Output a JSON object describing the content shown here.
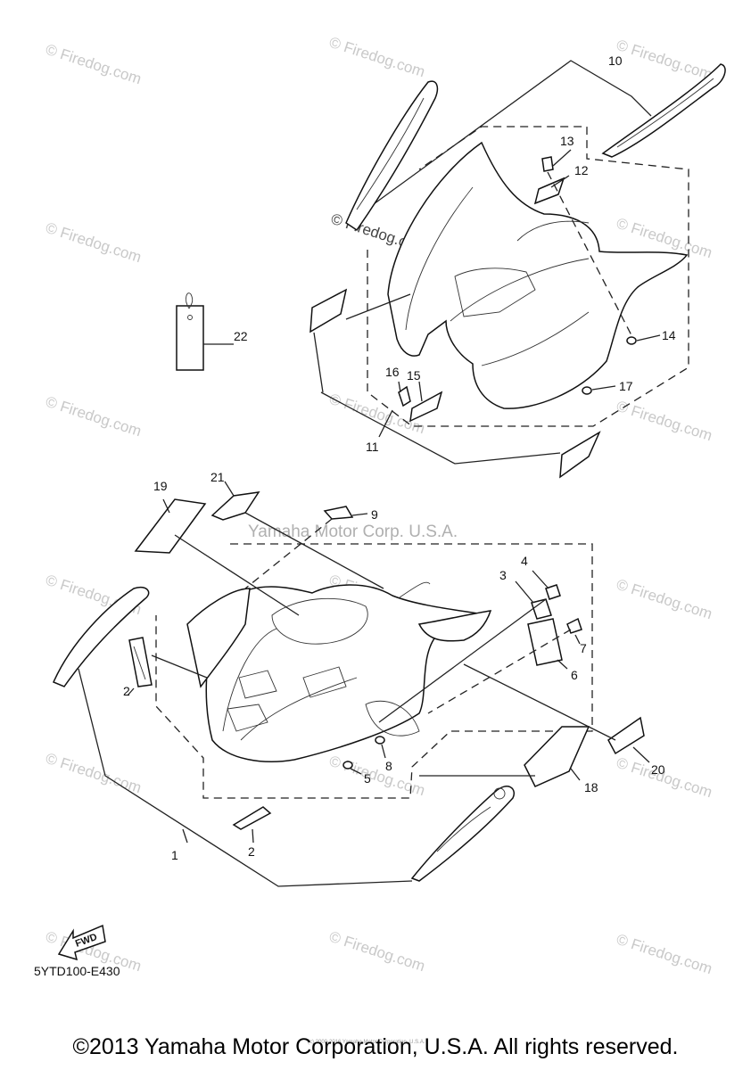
{
  "watermarks": {
    "firedog": "© Firedog.com",
    "yamaha": "Yamaha Motor Corp. U.S.A.",
    "small_footer": "(c) 2000-2016 Yamaha Motor Corporation, U.S.A."
  },
  "diagram_code": "5YTD100-E430",
  "fwd_label": "FWD",
  "callouts": {
    "c1": "1",
    "c2a": "2",
    "c2b": "2",
    "c3": "3",
    "c4": "4",
    "c5": "5",
    "c6": "6",
    "c7": "7",
    "c8": "8",
    "c9": "9",
    "c10": "10",
    "c11": "11",
    "c12": "12",
    "c13": "13",
    "c14": "14",
    "c15": "15",
    "c16": "16",
    "c17": "17",
    "c18": "18",
    "c19": "19",
    "c20": "20",
    "c21": "21",
    "c22": "22"
  },
  "copyright": "©2013 Yamaha Motor Corporation, U.S.A. All rights reserved."
}
